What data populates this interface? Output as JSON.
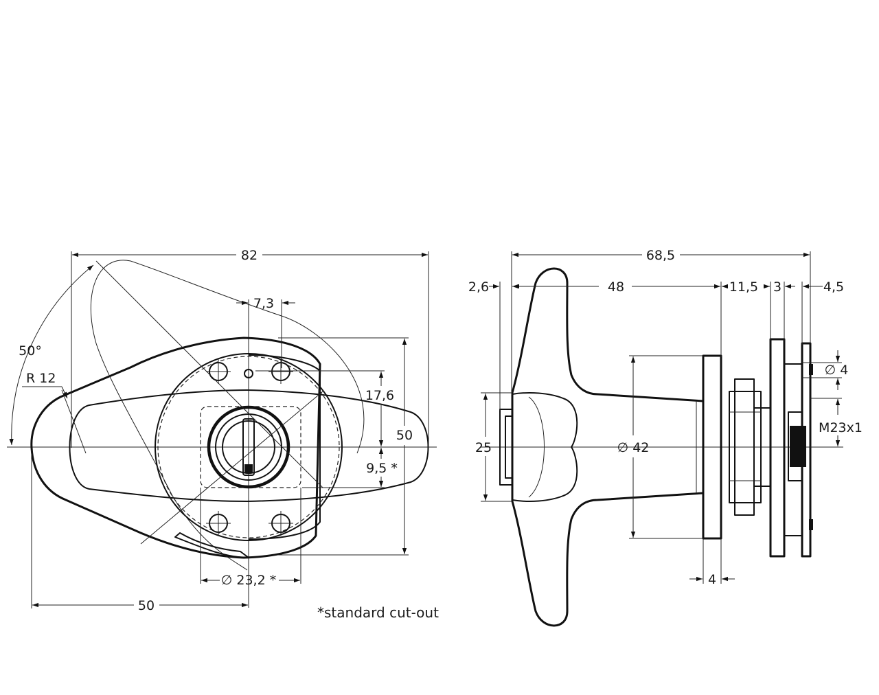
{
  "front_view": {
    "dims": {
      "overall_width": "82",
      "key_offset": "7,3",
      "angle": "50°",
      "radius": "R 12",
      "height_17_6": "17,6",
      "height_50": "50",
      "cutout_9_5": "9,5 *",
      "cutout_dia": "∅ 23,2 *",
      "bottom_50": "50"
    },
    "note": "*standard cut-out"
  },
  "side_view": {
    "dims": {
      "overall_length": "68,5",
      "flange_2_6": "2,6",
      "shaft_48": "48",
      "gap_11_5": "11,5",
      "plate_3": "3",
      "cam_4_5": "4,5",
      "handle_25": "25",
      "flange_dia_42": "∅ 42",
      "flange_thk_4": "4",
      "pin_dia_4": "∅ 4",
      "thread": "M23x1"
    }
  }
}
